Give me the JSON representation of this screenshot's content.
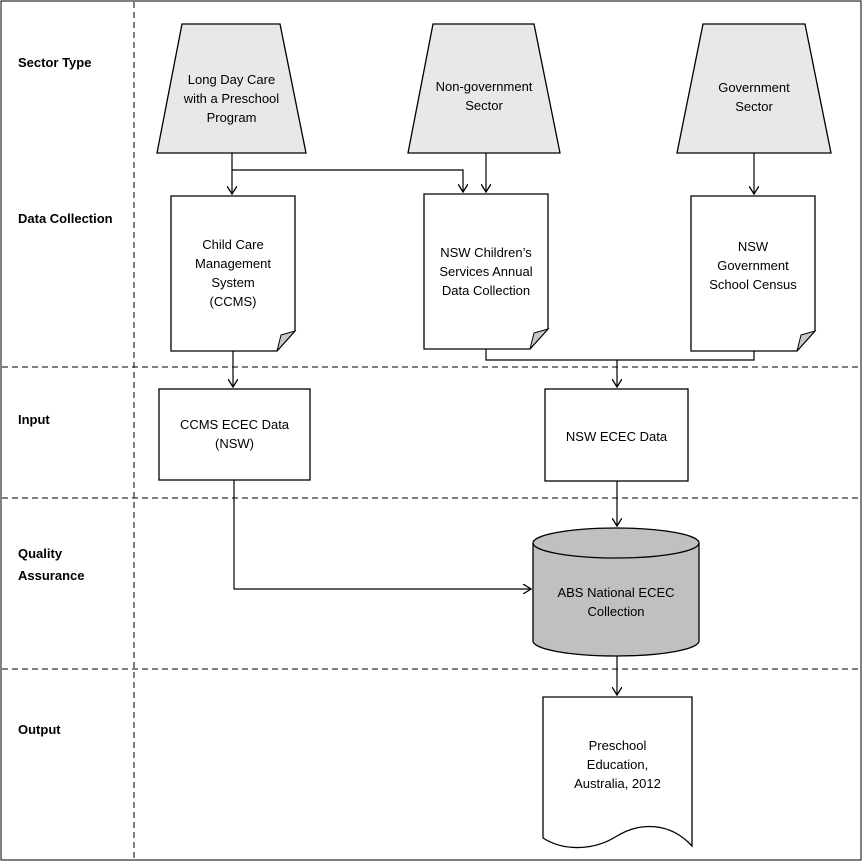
{
  "lanes": {
    "sector_type": "Sector Type",
    "data_collection": "Data Collection",
    "input": "Input",
    "quality_line1": "Quality",
    "quality_line2": "Assurance",
    "output": "Output"
  },
  "sectors": {
    "long_day_care": [
      "Long Day Care",
      "with a Preschool",
      "Program"
    ],
    "non_government": [
      "Non-government",
      "Sector"
    ],
    "government": [
      "Government",
      "Sector"
    ]
  },
  "collections": {
    "ccms": [
      "Child Care",
      "Management",
      "System",
      "(CCMS)"
    ],
    "nsw_childrens": [
      "NSW Children’s",
      "Services Annual",
      "Data Collection"
    ],
    "nsw_gov_census": [
      "NSW",
      "Government",
      "School Census"
    ]
  },
  "inputs": {
    "ccms_ecec": [
      "CCMS ECEC Data",
      "(NSW)"
    ],
    "nsw_ecec": [
      "NSW ECEC Data"
    ]
  },
  "quality": {
    "abs_collection": [
      "ABS National ECEC",
      "Collection"
    ]
  },
  "output": {
    "publication": [
      "Preschool",
      "Education,",
      "Australia, 2012"
    ]
  },
  "colors": {
    "sector_fill": "#e8e8e8",
    "cylinder_fill": "#c0c0c0",
    "line": "#000000"
  }
}
